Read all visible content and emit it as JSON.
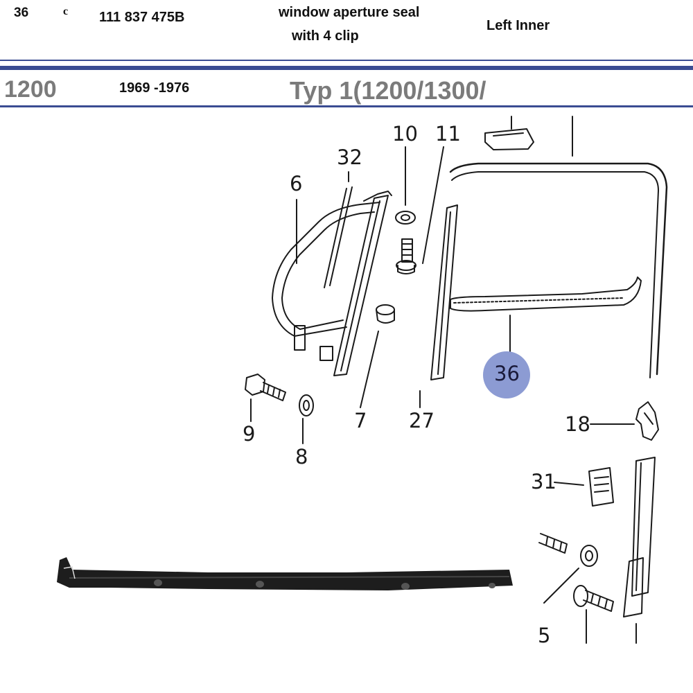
{
  "header": {
    "item": "36",
    "code": "c",
    "part_number": "111 837 475B",
    "desc_line1": "window aperture seal",
    "desc_line2": "with 4 clip",
    "position": "Left Inner"
  },
  "model_bar": {
    "model": "1200",
    "years": "1969 -1976",
    "type": "Typ 1(1200/1300/"
  },
  "callouts": {
    "c10": "10",
    "c11": "11",
    "c32": "32",
    "c6": "6",
    "c36": "36",
    "c9": "9",
    "c8": "8",
    "c7": "7",
    "c27": "27",
    "c18": "18",
    "c31": "31",
    "c5": "5"
  },
  "colors": {
    "rule": "#3a4c92",
    "highlight": "#8c9bd3",
    "seal_photo": "#1d1d1d"
  }
}
